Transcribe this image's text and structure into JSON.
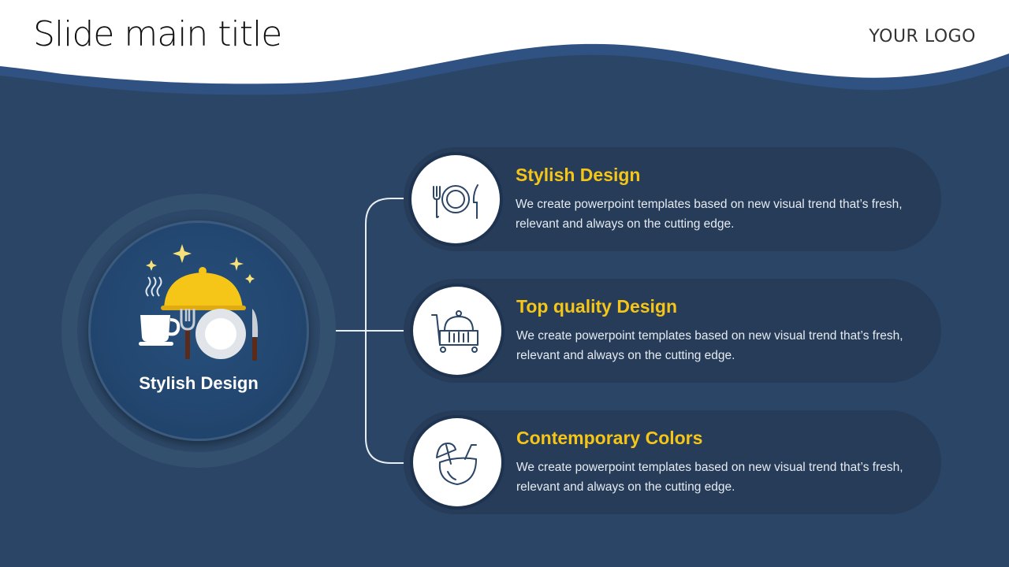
{
  "slide": {
    "title": "Slide main title",
    "logo": "YOUR LOGO"
  },
  "center": {
    "label": "Stylish Design",
    "icon": "serving-cloche-icon"
  },
  "items": [
    {
      "heading": "Stylish Design",
      "body": "We create powerpoint templates based on new visual trend that’s fresh, relevant and always on the cutting edge.",
      "icon": "plate-cutlery-icon"
    },
    {
      "heading": "Top quality Design",
      "body": "We create powerpoint templates based on new visual trend that’s fresh, relevant and always on the cutting edge.",
      "icon": "room-service-cart-icon"
    },
    {
      "heading": "Contemporary Colors",
      "body": "We create powerpoint templates based on new visual trend that’s fresh, relevant and always on the cutting edge.",
      "icon": "coconut-drink-icon"
    }
  ],
  "colors": {
    "background": "#2b4566",
    "wave": "#2f5283",
    "card": "#263c58",
    "accent": "#f5c518",
    "text": "#e6ebf2"
  }
}
